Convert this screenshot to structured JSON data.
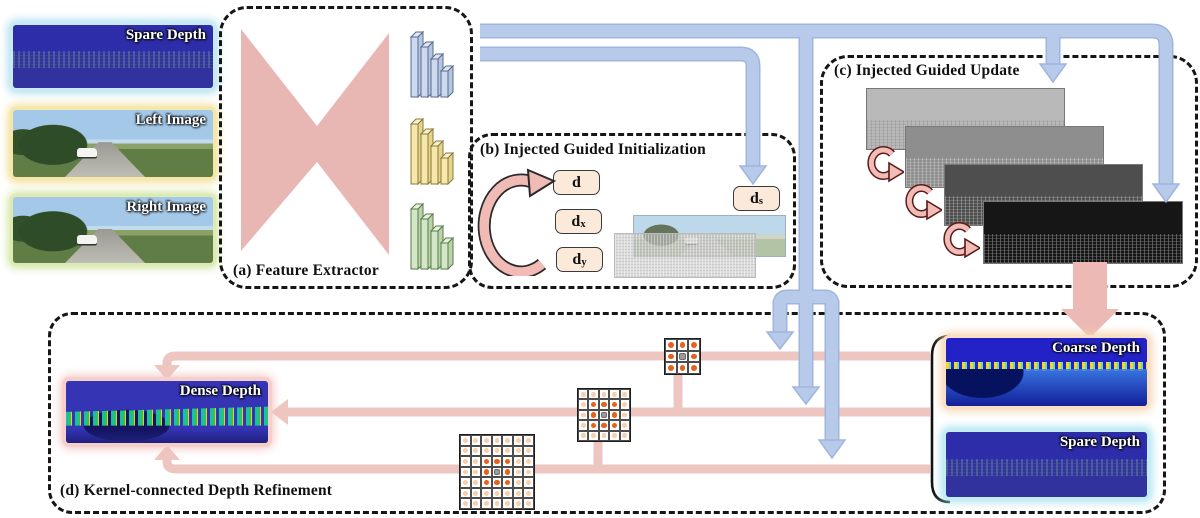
{
  "colors": {
    "blue_arrow": "#b7cae9",
    "blue_arrow_edge": "#9fb5de",
    "pink_line": "#eec6c1",
    "pink_arrow_deep": "#ecb9b4",
    "kernel_orange": "#e8611a",
    "kernel_peach": "#f6cfae",
    "bowtie_pink": "#e9b7b3",
    "symbol_box_cream": "#fbe9da"
  },
  "inputs": {
    "spare_depth_label": "Spare Depth",
    "left_image_label": "Left Image",
    "right_image_label": "Right Image"
  },
  "module_a": {
    "title": "(a) Feature Extractor"
  },
  "module_b": {
    "title": "(b) Injected Guided Initialization",
    "disparity_boxes": [
      {
        "base": "d",
        "sub": ""
      },
      {
        "base": "d",
        "sub": "x"
      },
      {
        "base": "d",
        "sub": "y"
      }
    ],
    "sparse_box": {
      "base": "d",
      "sub": "s"
    }
  },
  "module_c": {
    "title": "(c) Injected Guided Update"
  },
  "module_d": {
    "title": "(d) Kernel-connected Depth Refinement",
    "dense_label": "Dense Depth",
    "coarse_label": "Coarse Depth",
    "spare_label": "Spare Depth"
  },
  "kernels": [
    {
      "size": 7
    },
    {
      "size": 5
    },
    {
      "size": 3
    }
  ]
}
